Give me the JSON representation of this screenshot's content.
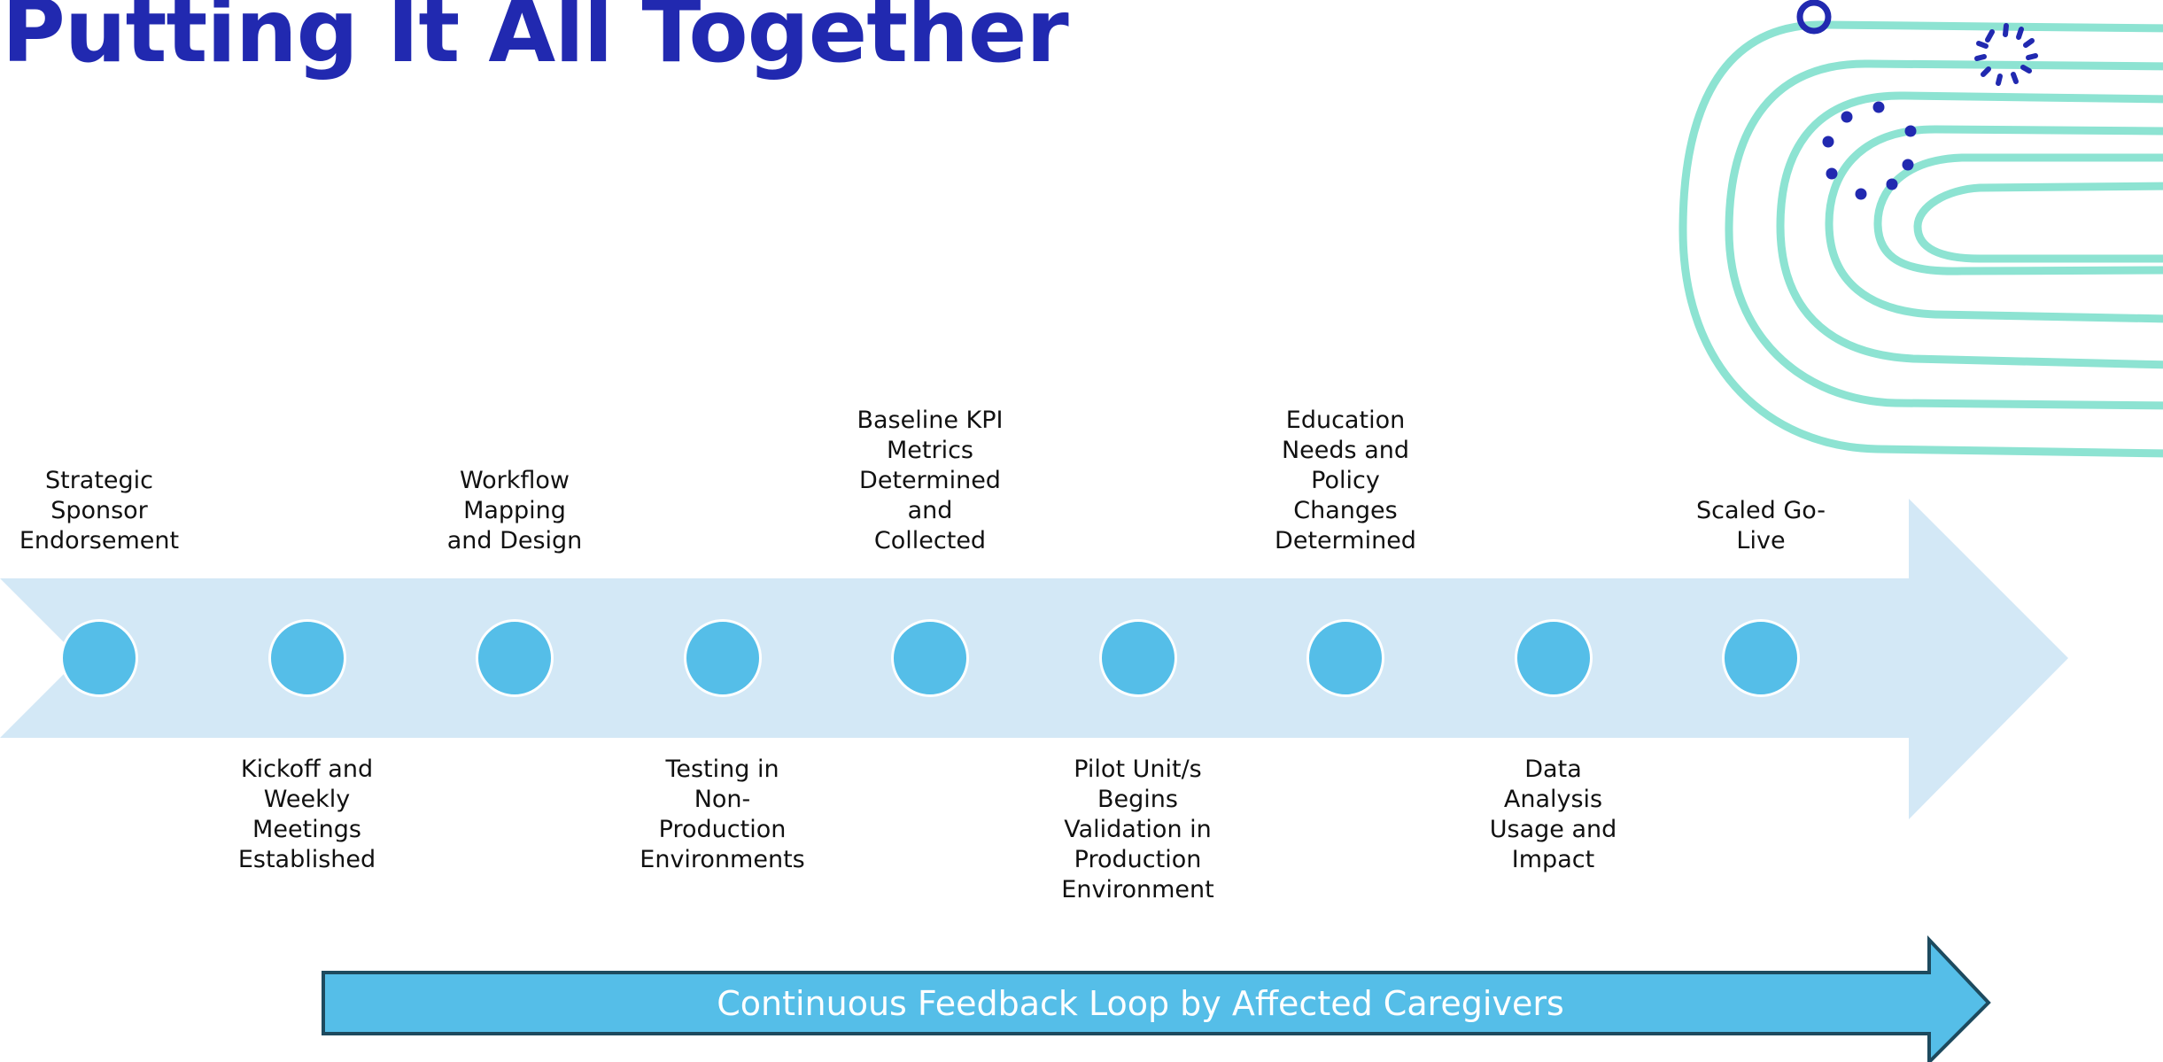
{
  "slide": {
    "title": "Putting It All Together"
  },
  "timeline": {
    "milestones": [
      {
        "label": "Strategic\nSponsor\nEndorsement",
        "position": "above"
      },
      {
        "label": "Kickoff and\nWeekly\nMeetings\nEstablished",
        "position": "below"
      },
      {
        "label": "Workflow\nMapping\nand Design",
        "position": "above"
      },
      {
        "label": "Testing in\nNon-\nProduction\nEnvironments",
        "position": "below"
      },
      {
        "label": "Baseline KPI\nMetrics\nDetermined\nand\nCollected",
        "position": "above"
      },
      {
        "label": "Pilot Unit/s\nBegins\nValidation in\nProduction\nEnvironment",
        "position": "below"
      },
      {
        "label": "Education\nNeeds and\nPolicy\nChanges\nDetermined",
        "position": "above"
      },
      {
        "label": "Data\nAnalysis\nUsage and\nImpact",
        "position": "below"
      },
      {
        "label": "Scaled Go-\nLive",
        "position": "above"
      }
    ]
  },
  "feedback": {
    "label": "Continuous Feedback Loop by Affected Caregivers"
  },
  "colors": {
    "title": "#2129b0",
    "timeline_arrow": "#d3e8f6",
    "node": "#55bee8",
    "feedback_arrow": "#55bee8",
    "feedback_border": "#1d4a5e",
    "decor_lines": "#8de3d2",
    "decor_dots": "#2129b0"
  }
}
